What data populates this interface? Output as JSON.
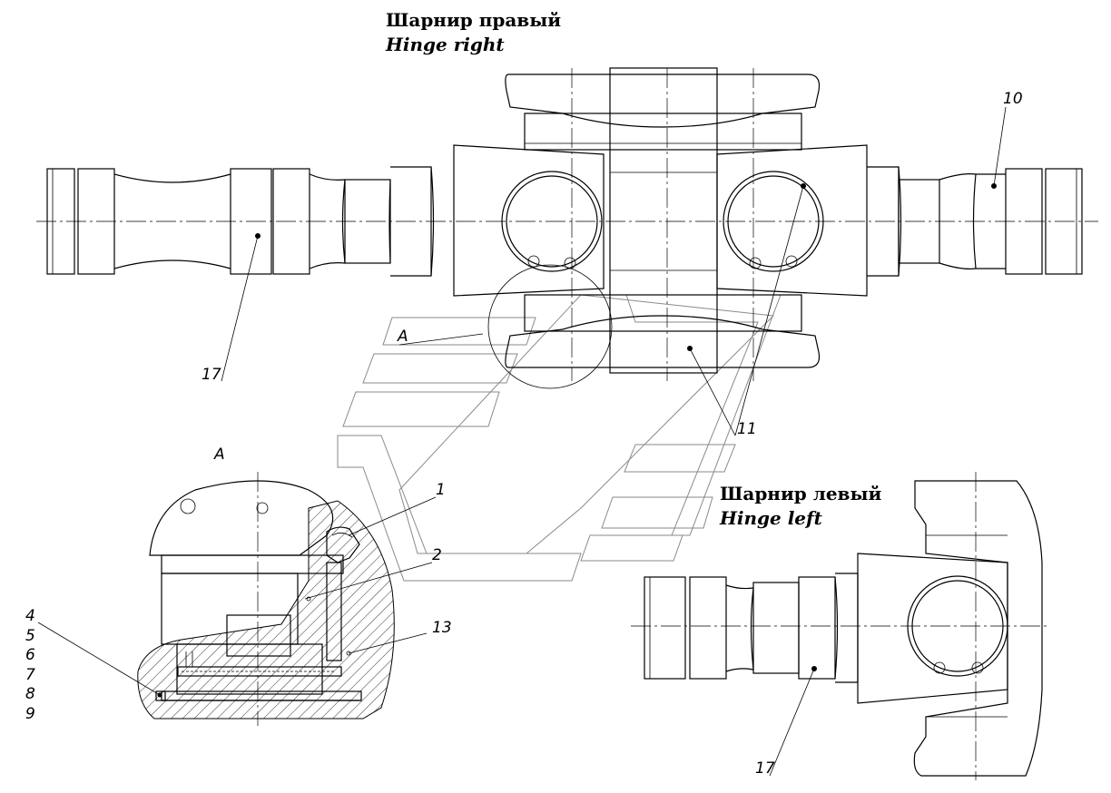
{
  "titles": {
    "right_ru": "Шарнир правый",
    "right_en": "Hinge right",
    "left_ru": "Шарнир левый",
    "left_en": "Hinge left"
  },
  "view_labels": {
    "detail_ref": "A",
    "detail_title": "A"
  },
  "callouts": {
    "c1": "1",
    "c2": "2",
    "c4": "4",
    "c5": "5",
    "c6": "6",
    "c7": "7",
    "c8": "8",
    "c9": "9",
    "c10": "10",
    "c11": "11",
    "c13": "13",
    "c17_right": "17",
    "c17_left": "17"
  }
}
